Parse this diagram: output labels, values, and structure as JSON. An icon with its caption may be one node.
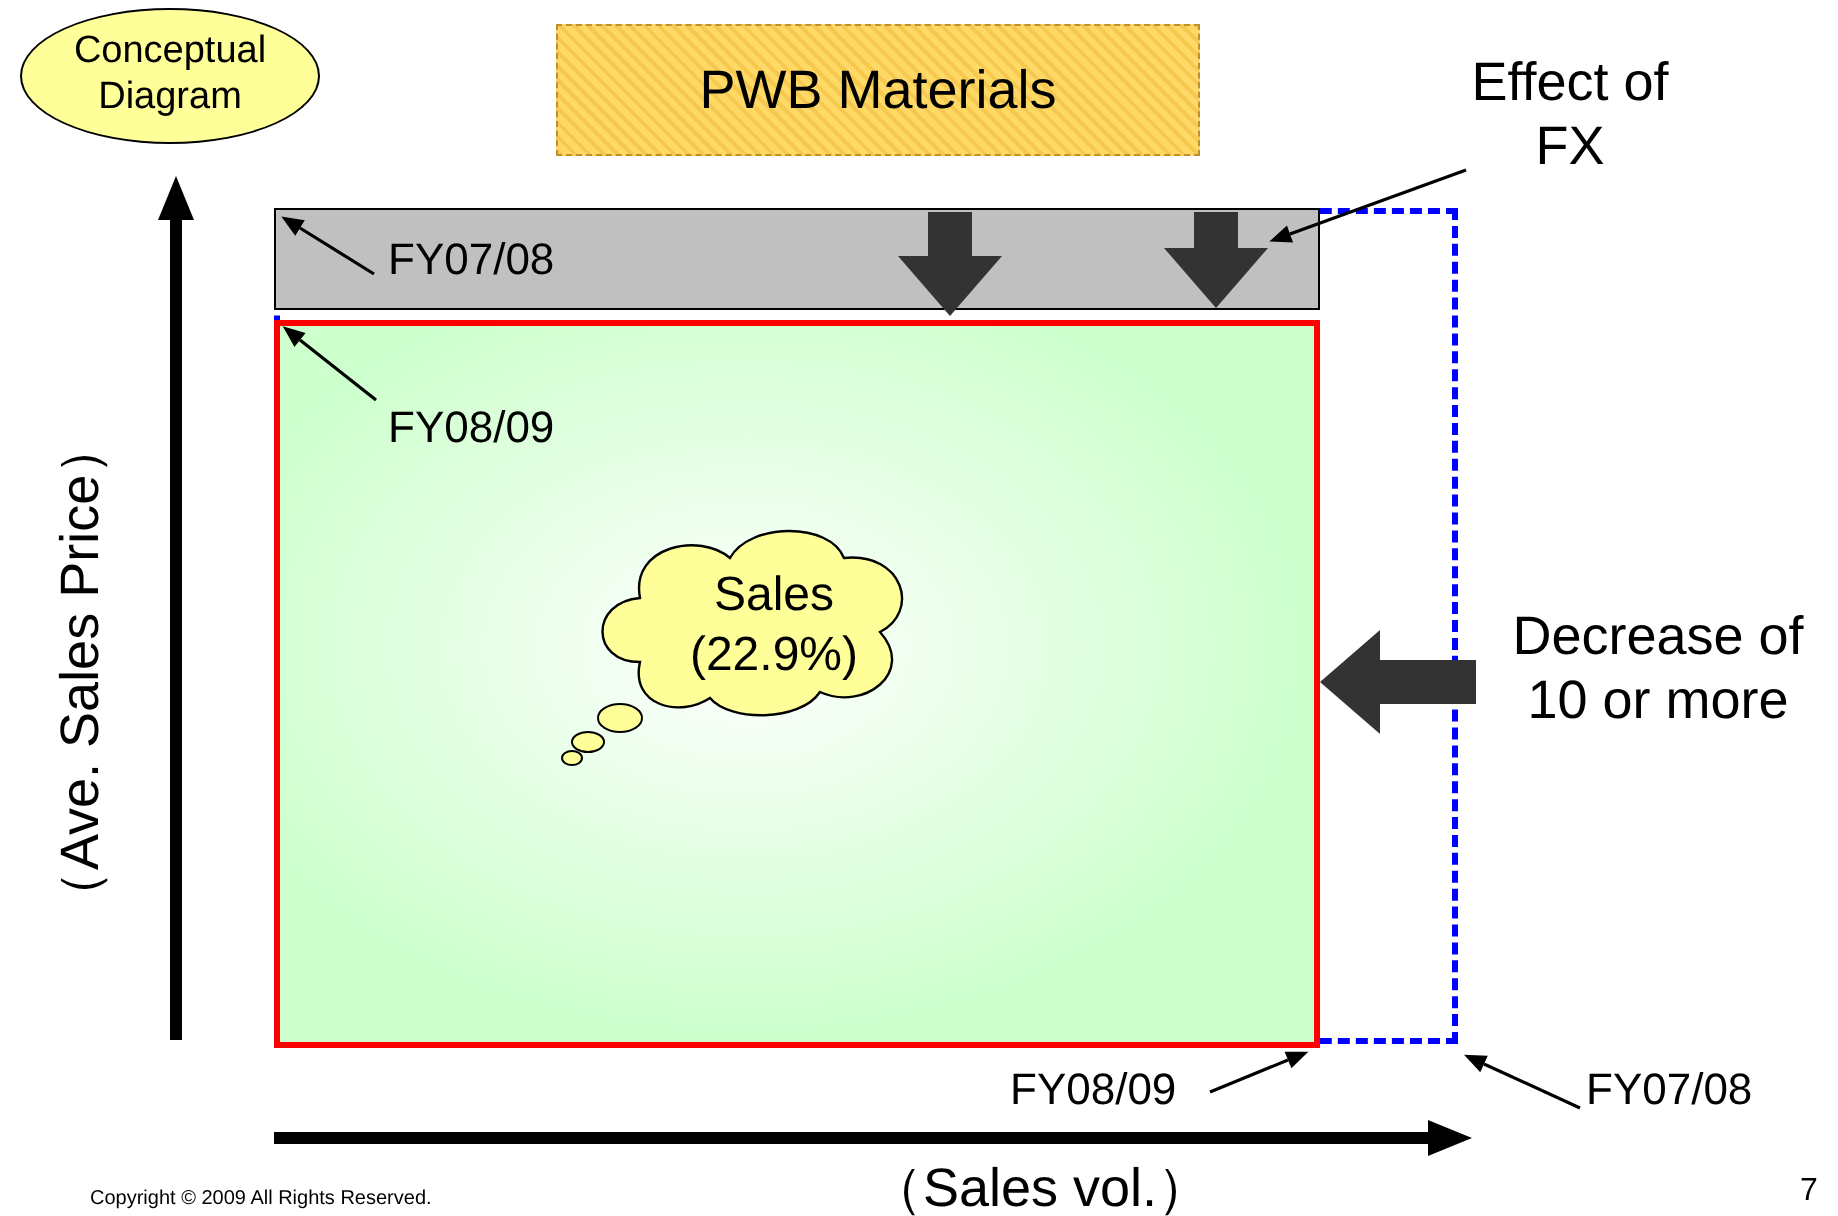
{
  "diagram": {
    "nodes": [
      {
        "text": [
          "Conceptual Diagram"
        ]
      },
      {
        "text": [
          "PWB Materials"
        ]
      },
      {
        "text": [
          "Effect of FX"
        ]
      },
      {
        "text": [],
        "shape": "box"
      },
      {
        "text": [],
        "shape": "box",
        "in": 3
      },
      {
        "text": [
          "FY07/08"
        ],
        "in": 4
      },
      {
        "text": [],
        "shape": "box",
        "in": 3
      },
      {
        "text": [
          "FY08/09"
        ],
        "in": 6
      },
      {
        "text": [
          "Sales (22.9%)"
        ],
        "in": 6
      },
      {
        "text": [
          "Decrease of 10 or more"
        ]
      },
      {
        "text": [
          "FY08/09"
        ]
      },
      {
        "text": [
          "FY07/08"
        ]
      }
    ],
    "edges": [
      {
        "from": 5,
        "to": 4,
        "arrow": "to"
      },
      {
        "from": 7,
        "to": 6,
        "arrow": "to"
      },
      {
        "from": 2,
        "to": 4,
        "arrow": "to"
      },
      {
        "from": 4,
        "to": 6,
        "arrow": "to",
        "style": "thick",
        "color": "#333333"
      },
      {
        "from": 4,
        "to": 6,
        "arrow": "to",
        "style": "thick",
        "color": "#333333"
      },
      {
        "from": 9,
        "to": 6,
        "arrow": "to",
        "style": "thick",
        "color": "#333333"
      },
      {
        "from": 10,
        "to": 6,
        "arrow": "to"
      },
      {
        "from": 11,
        "to": 3,
        "arrow": "to"
      }
    ],
    "labels": [
      "（Ave. Sales Price）",
      "（Sales vol.）",
      "Copyright © 2009 All Rights Reserved.",
      "7"
    ]
  }
}
